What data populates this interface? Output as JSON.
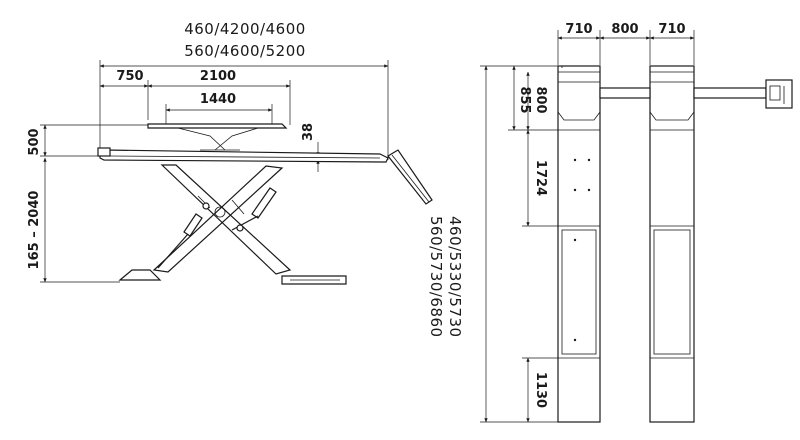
{
  "side_view": {
    "length_line_1": "460/4200/4600",
    "length_line_2": "560/4600/5200",
    "dim_750": "750",
    "dim_2100": "2100",
    "dim_1440": "1440",
    "dim_500": "500",
    "dim_38": "38",
    "dim_height_range": "165 – 2040"
  },
  "top_view": {
    "dim_left_platform": "710",
    "dim_gap": "800",
    "dim_right_platform": "710",
    "dim_855": "855",
    "dim_800": "800",
    "dim_1724": "1724",
    "dim_1130": "1130",
    "length_line_1": "460/5330/5730",
    "length_line_2": "560/5730/6860"
  },
  "colors": {
    "line": "#1a1a1a",
    "background": "#ffffff"
  }
}
